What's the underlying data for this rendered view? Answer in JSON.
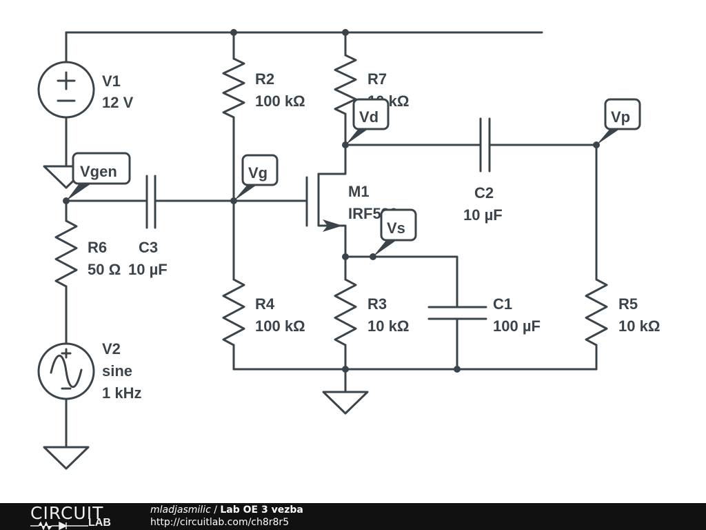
{
  "components": {
    "V1": {
      "name": "V1",
      "value": "12 V"
    },
    "V2": {
      "name": "V2",
      "type": "sine",
      "value": "1 kHz"
    },
    "R2": {
      "name": "R2",
      "value": "100 kΩ"
    },
    "R7": {
      "name": "R7",
      "value": "10 kΩ"
    },
    "R6": {
      "name": "R6",
      "value": "50 Ω"
    },
    "R4": {
      "name": "R4",
      "value": "100 kΩ"
    },
    "R3": {
      "name": "R3",
      "value": "10 kΩ"
    },
    "R5": {
      "name": "R5",
      "value": "10 kΩ"
    },
    "C1": {
      "name": "C1",
      "value": "100 µF"
    },
    "C2": {
      "name": "C2",
      "value": "10 µF"
    },
    "C3": {
      "name": "C3",
      "value": "10 µF"
    },
    "M1": {
      "name": "M1",
      "value": "IRF530"
    }
  },
  "node_labels": {
    "vgen": "Vgen",
    "vg": "Vg",
    "vd": "Vd",
    "vs": "Vs",
    "vp": "Vp"
  },
  "footer": {
    "logo_top": "CIRCUIT",
    "logo_bottom": "LAB",
    "author": "mladjasmilic",
    "separator": " / ",
    "title": "Lab OE 3 vezba",
    "url": "http://circuitlab.com/ch8r8r5"
  },
  "colors": {
    "stroke": "#3b444b",
    "footer_bg": "#111111"
  }
}
